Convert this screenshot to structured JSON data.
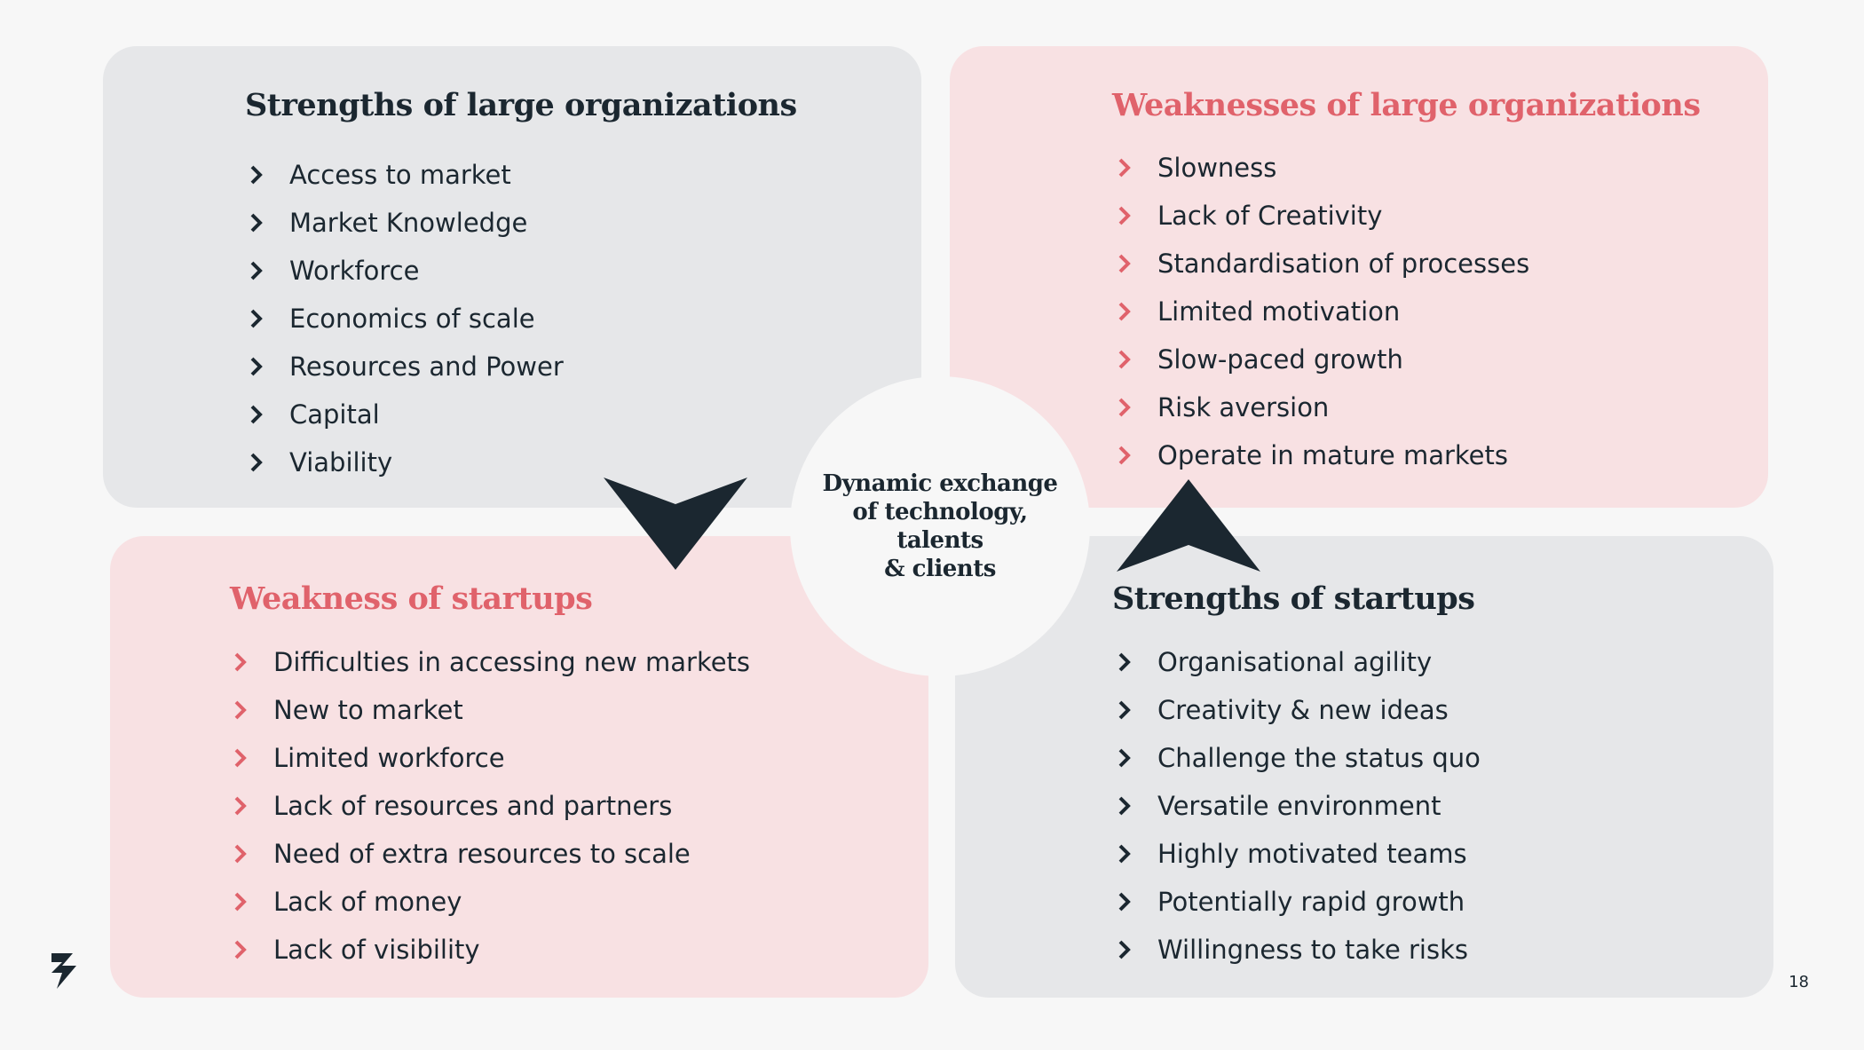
{
  "quadrants": {
    "strengths_large": {
      "title": "Strengths of large organizations",
      "items": [
        "Access to market",
        "Market Knowledge",
        "Workforce",
        "Economics of scale",
        "Resources and Power",
        "Capital",
        "Viability"
      ]
    },
    "weaknesses_large": {
      "title": "Weaknesses of large organizations",
      "items": [
        "Slowness",
        "Lack of Creativity",
        "Standardisation of processes",
        "Limited motivation",
        "Slow-paced growth",
        "Risk aversion",
        "Operate in mature markets"
      ]
    },
    "weakness_startups": {
      "title": "Weakness of startups",
      "items": [
        "Difficulties in accessing new markets",
        "New to market",
        "Limited workforce",
        "Lack of resources and partners",
        "Need of extra resources to scale",
        "Lack of money",
        "Lack of visibility"
      ]
    },
    "strengths_startups": {
      "title": "Strengths of startups",
      "items": [
        "Organisational agility",
        "Creativity & new ideas",
        "Challenge the status quo",
        "Versatile environment",
        "Highly motivated teams",
        "Potentially rapid growth",
        "Willingness to take risks"
      ]
    }
  },
  "center": {
    "line1": "Dynamic exchange",
    "line2": "of technology, talents",
    "line3": "& clients"
  },
  "page_number": "18",
  "colors": {
    "dark": "#1b2730",
    "accent_red": "#e0626b",
    "panel_gray": "#e6e7e9",
    "panel_pink": "#f8e1e3",
    "background": "#f7f7f7"
  },
  "icons": {
    "bullet": "chevron-right-icon",
    "down_arrow": "arrow-down-icon",
    "up_arrow": "arrow-up-icon",
    "logo": "brand-logo-icon"
  }
}
